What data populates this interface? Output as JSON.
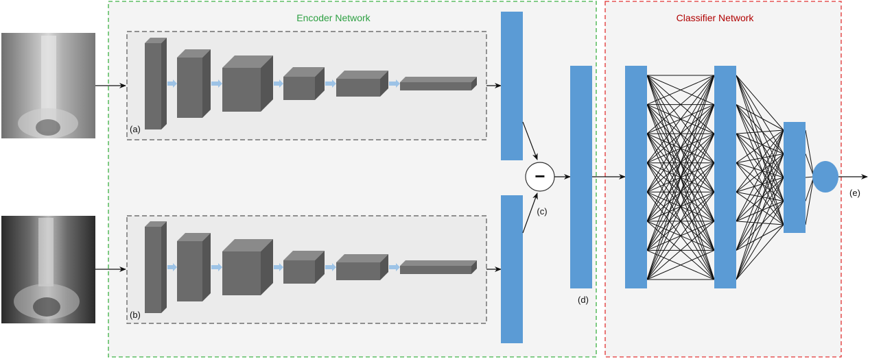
{
  "encoder": {
    "title": "Encoder Network",
    "title_color": "#2ea043",
    "border_color": "#3cb043",
    "fill": "#f4f4f4"
  },
  "classifier": {
    "title": "Classifier Network",
    "title_color": "#b00000",
    "border_color": "#e03030",
    "fill": "#f4f4f4"
  },
  "labels": {
    "a": "(a)",
    "b": "(b)",
    "c": "(c)",
    "d": "(d)",
    "e": "(e)",
    "minus": "−"
  },
  "colors": {
    "feature_bar": "#5b9bd5",
    "block_front": "#6b6b6b",
    "block_top": "#8a8a8a",
    "block_side": "#555555",
    "small_arrow": "#9dc3e6",
    "edge": "#111111",
    "inner_fill": "#ebebeb"
  },
  "network": {
    "layer_sizes": [
      8,
      8,
      5,
      1
    ]
  }
}
